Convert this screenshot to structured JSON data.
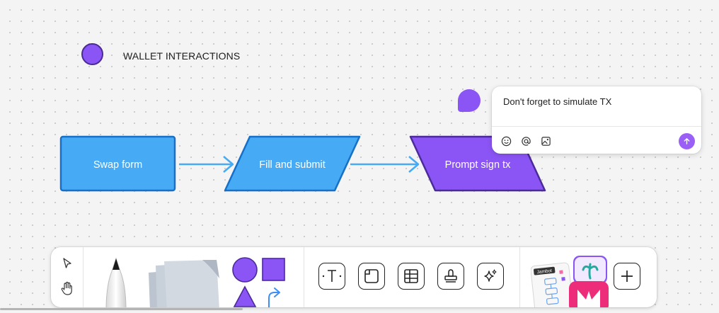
{
  "section": {
    "title": "WALLET INTERACTIONS",
    "color": "#8b55f6"
  },
  "flow": {
    "nodes": [
      {
        "label": "Swap form",
        "shape": "rectangle",
        "color": "#47aaf5"
      },
      {
        "label": "Fill and submit",
        "shape": "parallelogram",
        "color": "#47aaf5"
      },
      {
        "label": "Prompt sign tx",
        "shape": "parallelogram",
        "color": "#8b55f6"
      }
    ],
    "connector_color": "#47aaf5"
  },
  "comment": {
    "text": "Don't forget to simulate TX",
    "icons": [
      "emoji-icon",
      "mention-icon",
      "image-icon",
      "send-icon"
    ]
  },
  "toolbar": {
    "tools": [
      "move-icon",
      "hand-icon",
      "pen-icon",
      "sticky-note-icon",
      "shapes-icon",
      "text-icon",
      "section-icon",
      "table-icon",
      "stamp-icon",
      "ai-sparkle-icon",
      "jambot-icon",
      "widget-icon",
      "plus-icon"
    ],
    "jambot_label": "Jambot"
  }
}
